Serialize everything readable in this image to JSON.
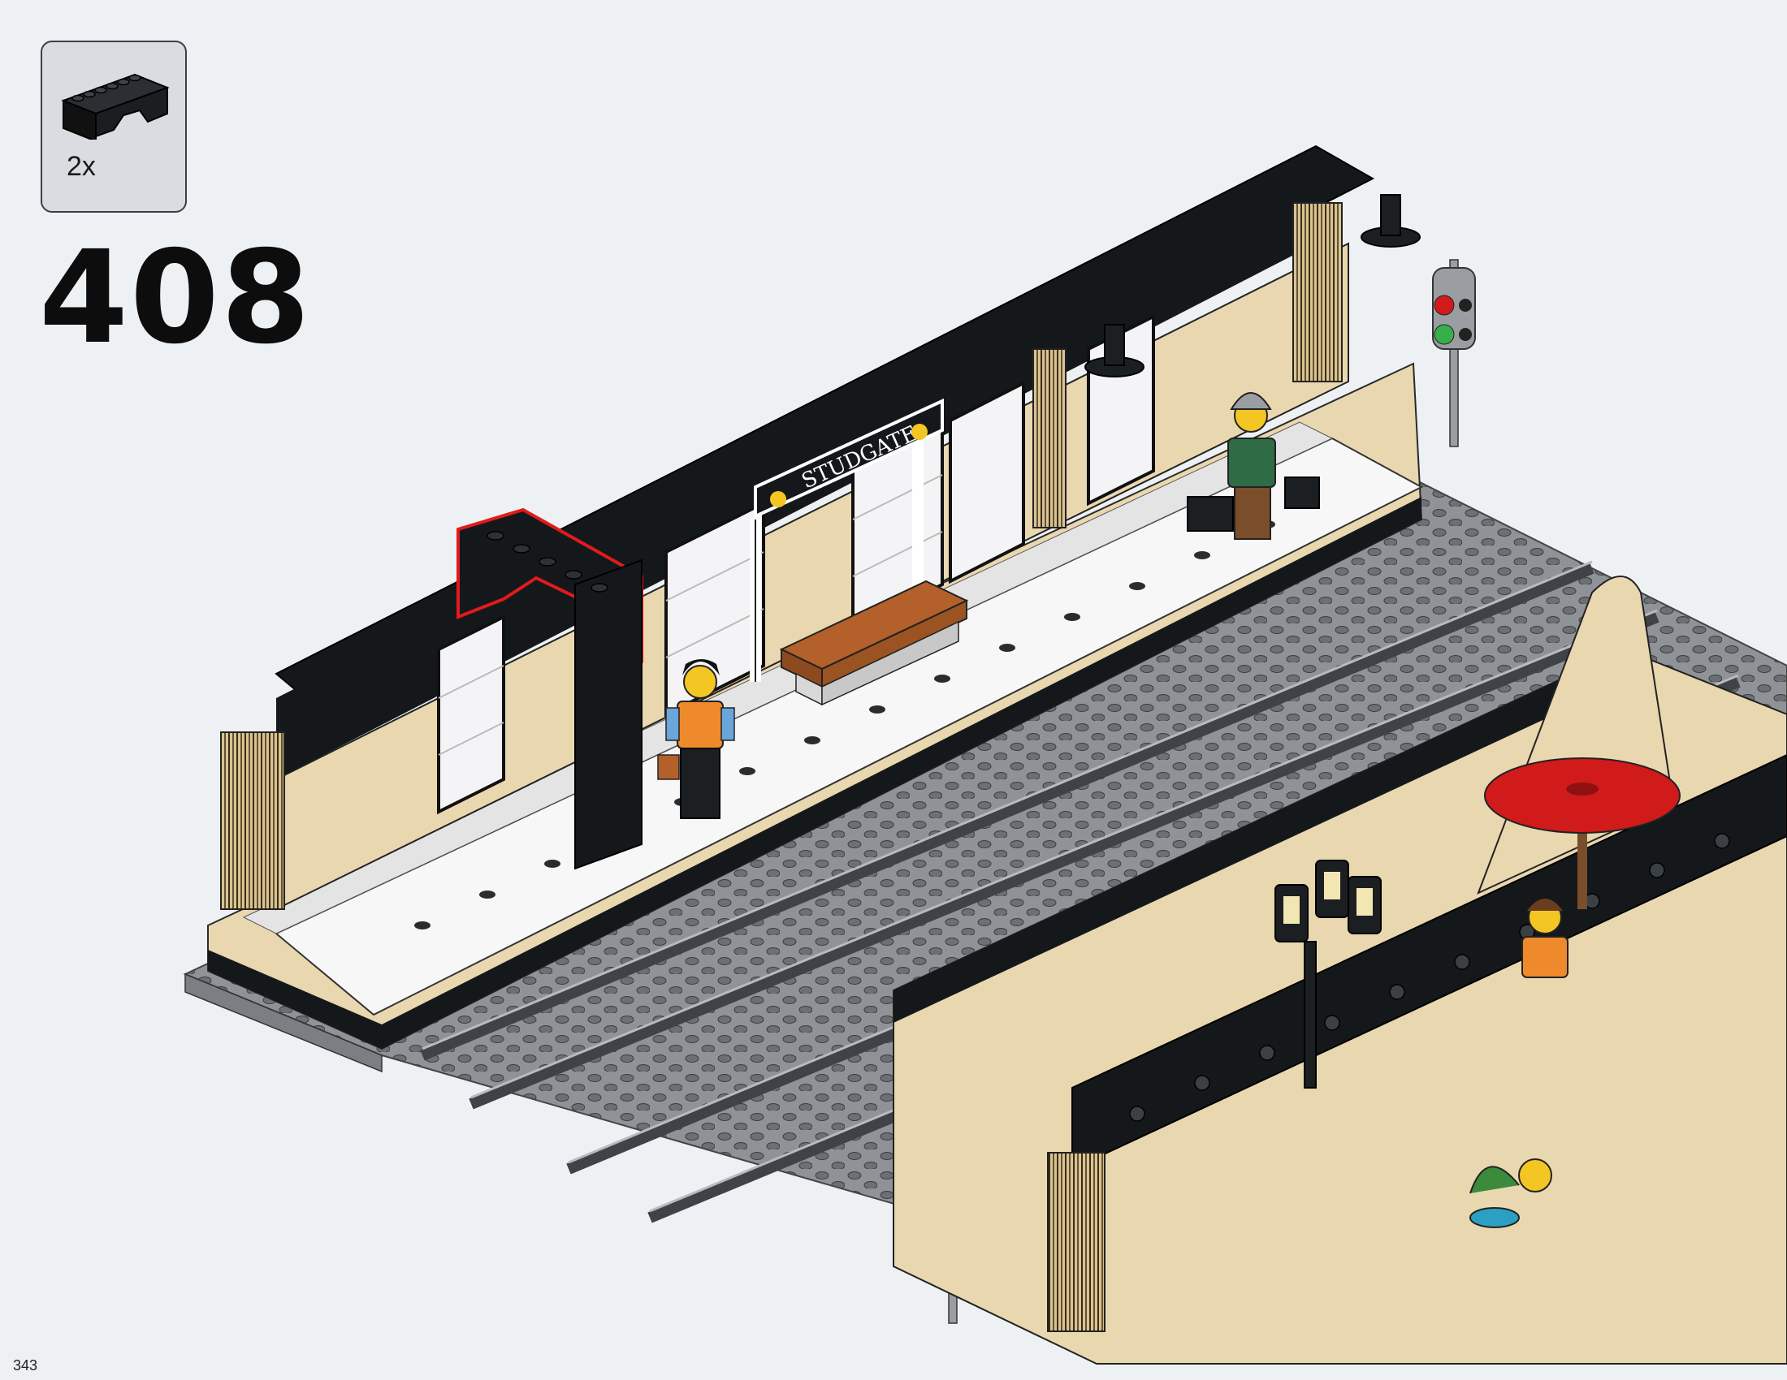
{
  "callout": {
    "part_icon": "arch-brick-icon",
    "quantity": "2x"
  },
  "step": {
    "number": "408"
  },
  "scene": {
    "sign_text": "STUDGATE",
    "highlight_color": "#e11b1b",
    "colors": {
      "black": "#15181b",
      "tan": "#e9d7b0",
      "tan_shadow": "#c9b488",
      "white": "#f7f7f7",
      "grey": "#9a9ea2",
      "dark_grey": "#5f6368",
      "brown": "#b3602a",
      "red": "#d11a1a",
      "orange": "#ef8a2c",
      "blue": "#6aa5dc",
      "yellow": "#f4c623",
      "green": "#2f6b44"
    }
  },
  "page": {
    "number": "343"
  }
}
